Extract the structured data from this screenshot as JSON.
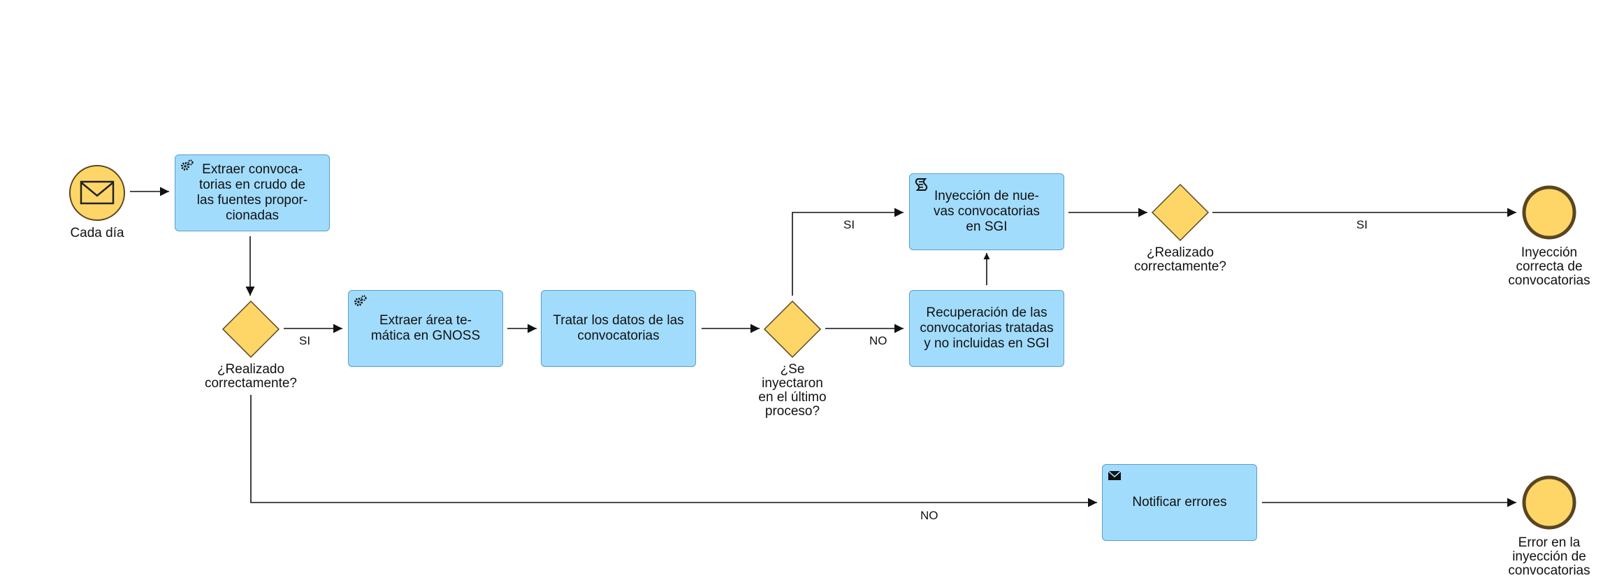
{
  "diagram": {
    "start_event": {
      "label": "Cada día",
      "icon": "envelope-icon"
    },
    "tasks": {
      "extract_raw": {
        "label": "Extraer convoca-\ntorias en crudo de\nlas fuentes propor-\ncionadas",
        "icon": "gears-icon"
      },
      "extract_area": {
        "label": "Extraer área te-\nmática en GNOSS",
        "icon": "gears-icon"
      },
      "process": {
        "label": "Tratar los datos de las\nconvocatorias"
      },
      "inject": {
        "label": "Inyección de nue-\nvas convocatorias\nen SGI",
        "icon": "script-icon"
      },
      "recover": {
        "label": "Recuperación de las\nconvocatorias tratadas\ny no incluidas en SGI"
      },
      "notify": {
        "label": "Notificar errores",
        "icon": "envelope-icon"
      }
    },
    "gateways": {
      "g1": {
        "label": "¿Realizado\ncorrectamente?"
      },
      "g2": {
        "label": "¿Se\ninyectaron\nen el último\nproceso?"
      },
      "g3": {
        "label": "¿Realizado\ncorrectamente?"
      }
    },
    "end_events": {
      "success": {
        "label": "Inyección\ncorrecta de\nconvocatorias"
      },
      "error": {
        "label": "Error en la\ninyección de\nconvocatorias"
      }
    },
    "flow_labels": {
      "g1_si": "SI",
      "g1_no": "NO",
      "g2_si": "SI",
      "g2_no": "NO",
      "g3_si": "SI"
    },
    "colors": {
      "task_fill": "#a2dcfd",
      "task_border": "#5a9ccf",
      "event_fill": "#fed668",
      "event_border": "#5a4522",
      "gateway_fill": "#fed668",
      "line": "#111111"
    }
  }
}
